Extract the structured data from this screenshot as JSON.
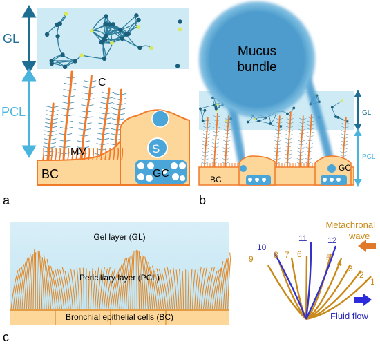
{
  "panels": {
    "a": {
      "letter": "a",
      "labels": {
        "gl": "GL",
        "pcl": "PCL",
        "cilium": "C",
        "microvilli": "MV",
        "basal_cell": "BC",
        "secretory": "S",
        "goblet": "GC"
      }
    },
    "b": {
      "letter": "b",
      "mucus_line1": "Mucus",
      "mucus_line2": "bundle",
      "labels": {
        "gl": "GL",
        "pcl": "PCL",
        "basal_cell": "BC",
        "goblet": "GC"
      }
    },
    "c": {
      "letter": "c",
      "gel_layer": "Gel layer (GL)",
      "periciliary_layer": "Periciliary layer (PCL)",
      "epithelial_cells": "Bronchial epithelial cells (BC)"
    },
    "wave": {
      "title_line1": "Metachronal",
      "title_line2": "wave",
      "fluid_flow": "Fluid flow",
      "numbers": [
        "1",
        "2",
        "3",
        "4",
        "5",
        "6",
        "7",
        "8",
        "9",
        "10",
        "11",
        "12"
      ]
    }
  },
  "colors": {
    "gel": "#cdeaf5",
    "mesh": "#2c7c9c",
    "cilia": "#f07a2a",
    "cell": "#fdd79a",
    "mucus": "#4b9ccf",
    "arrow_dark": "#1e6e93",
    "arrow_light": "#49b5de",
    "wave_cilia": "#c98a1a",
    "blue_cilia": "#3333cc",
    "number": "#c98a1a",
    "number_blue": "#2b2bb5"
  }
}
